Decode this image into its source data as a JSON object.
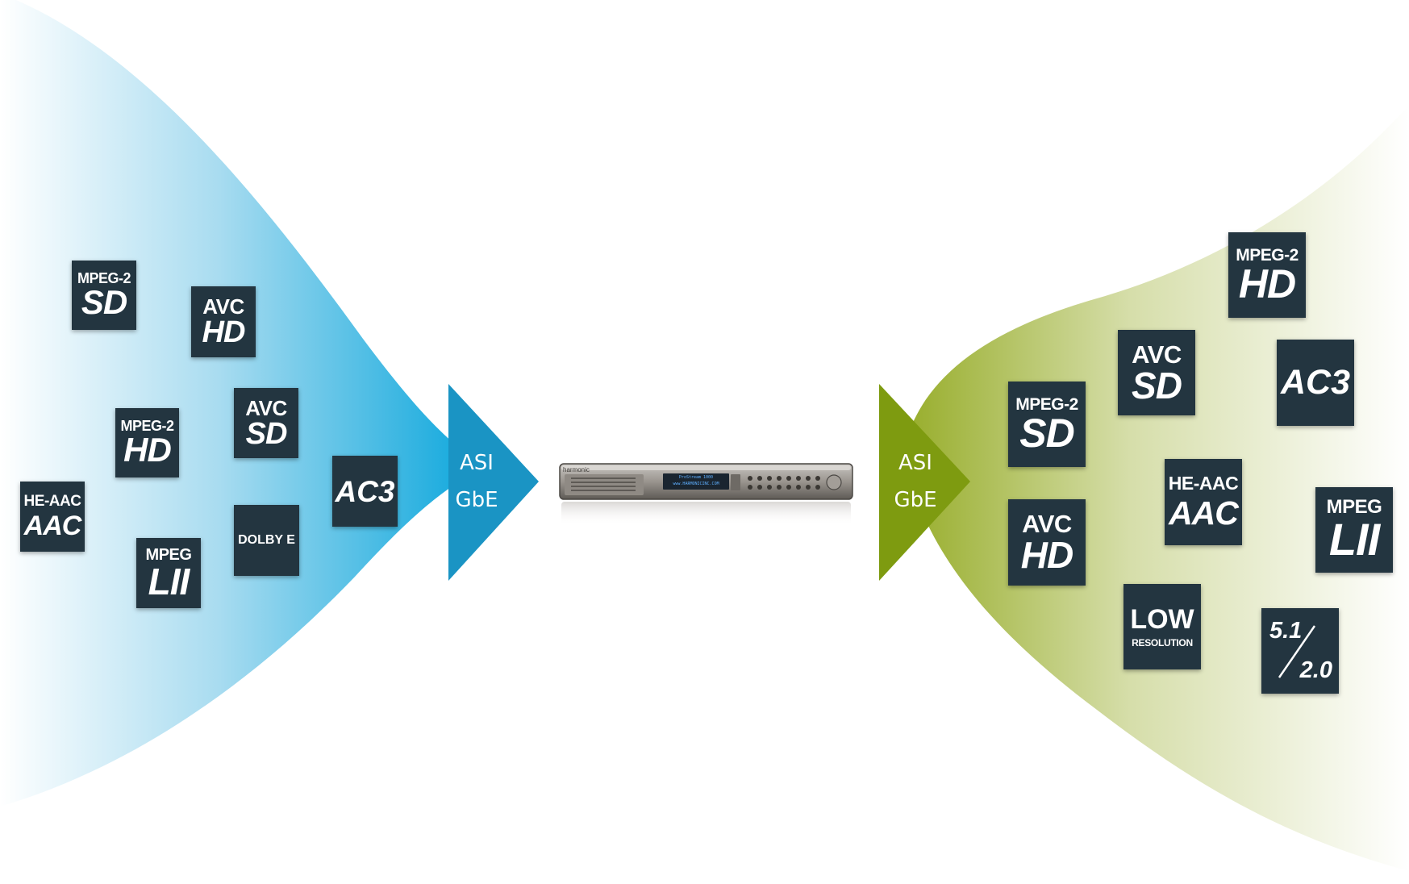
{
  "colors": {
    "input_fan": "#15a9d8",
    "input_arrow": "#1a94c4",
    "output_fan": "#8ea82a",
    "output_arrow": "#7e9b10",
    "tile_bg": "#233540",
    "tile_text": "#ffffff"
  },
  "input_tiles": [
    {
      "top": "MPEG-2",
      "big": "SD"
    },
    {
      "top": "AVC",
      "big": "HD"
    },
    {
      "top": "MPEG-2",
      "big": "HD"
    },
    {
      "top": "AVC",
      "big": "SD"
    },
    {
      "top": "HE-AAC",
      "big": "AAC"
    },
    {
      "single": "AC3"
    },
    {
      "top": "MPEG",
      "big": "LII"
    },
    {
      "plain": "DOLBY E"
    }
  ],
  "input_arrow": {
    "line1": "ASI",
    "line2": "GbE"
  },
  "device": {
    "brand": "harmonic",
    "display_line1": "ProStream 1000",
    "display_line2": "www.HARMONICINC.COM"
  },
  "output_arrow": {
    "line1": "ASI",
    "line2": "GbE"
  },
  "output_tiles": [
    {
      "top": "MPEG-2",
      "big": "HD"
    },
    {
      "top": "AVC",
      "big": "SD"
    },
    {
      "single": "AC3"
    },
    {
      "top": "MPEG-2",
      "big": "SD"
    },
    {
      "top": "HE-AAC",
      "big": "AAC"
    },
    {
      "top": "MPEG",
      "big": "LII"
    },
    {
      "top": "AVC",
      "big": "HD"
    },
    {
      "top": "LOW",
      "tiny": "RESOLUTION"
    },
    {
      "frac_top": "5.1",
      "frac_bottom": "2.0"
    }
  ]
}
